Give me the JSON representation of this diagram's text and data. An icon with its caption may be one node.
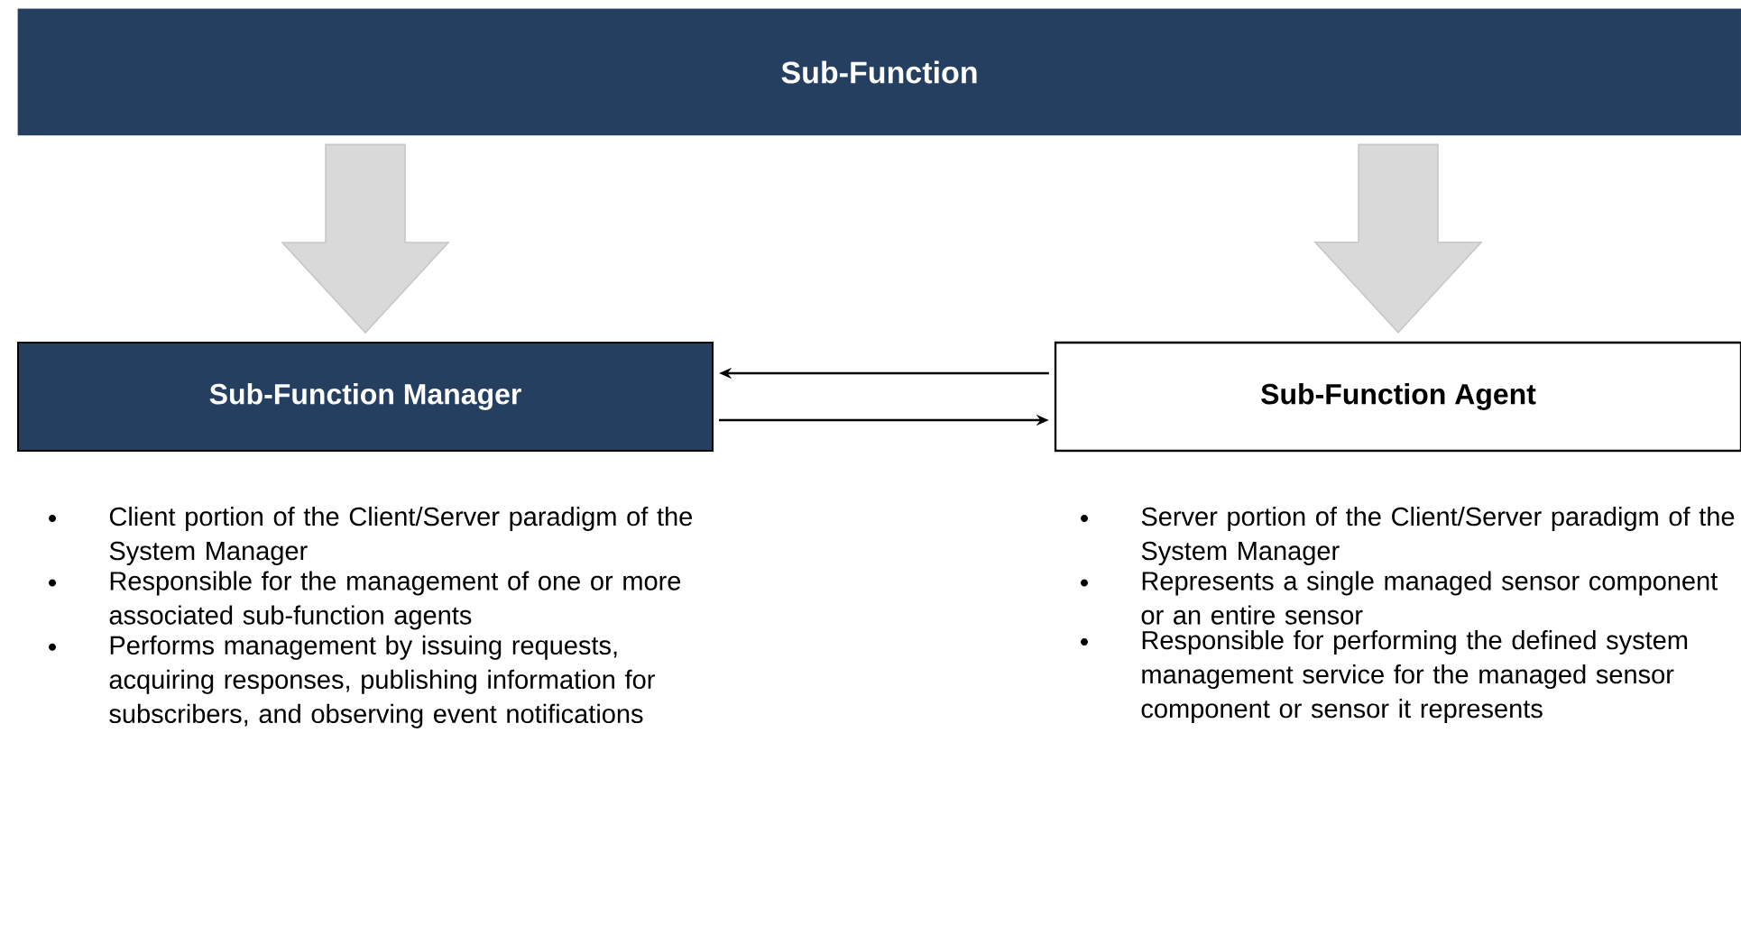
{
  "diagram": {
    "nodes": [
      {
        "text": [
          "Sub-Function"
        ]
      },
      {
        "text": [
          "Sub-Function Manager"
        ],
        "beside": [
          "Client portion of the Client/Server paradigm of the System Manager",
          "Responsible for the management of one or more associated sub-function agents",
          "Performs management by issuing requests, acquiring responses, publishing information for subscribers, and observing event notifications"
        ]
      },
      {
        "text": [
          "Sub-Function Agent"
        ],
        "beside": [
          "Server portion of the Client/Server paradigm of the System Manager",
          "Represents a single managed sensor component or an entire sensor",
          "Responsible for performing the defined system management service for the managed sensor component or sensor it represents"
        ]
      }
    ],
    "edges": [
      {
        "from": 0,
        "to": 1,
        "arrow": "to",
        "style": "thick",
        "color": "#d9d9d9"
      },
      {
        "from": 0,
        "to": 2,
        "arrow": "to",
        "style": "thick",
        "color": "#d9d9d9"
      },
      {
        "from": 2,
        "to": 1,
        "arrow": "to"
      },
      {
        "from": 1,
        "to": 2,
        "arrow": "to"
      }
    ]
  }
}
